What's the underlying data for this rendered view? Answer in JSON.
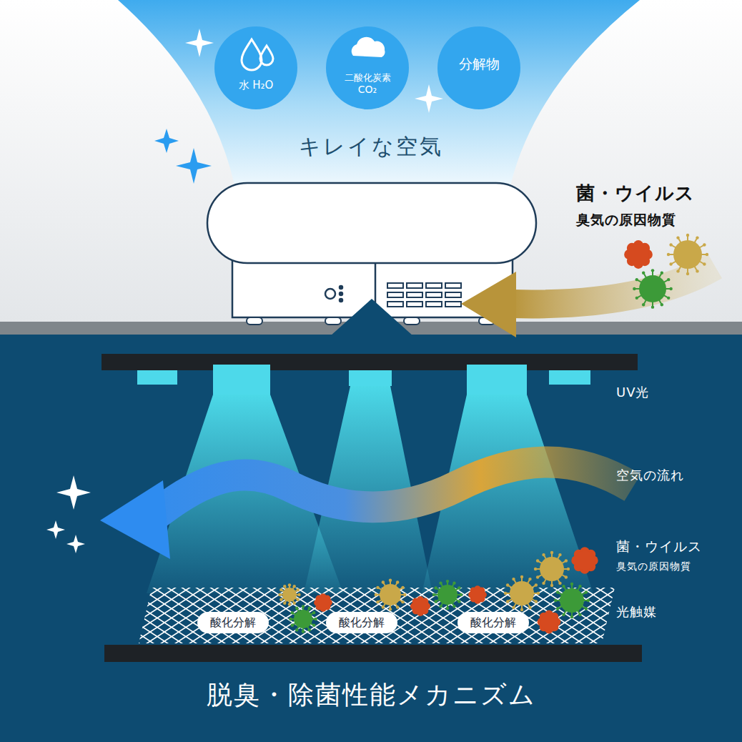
{
  "diagram": {
    "title": "脱臭・除菌性能メカニズム",
    "nodes": [
      {
        "text": [
          "水 H₂O"
        ]
      },
      {
        "text": [
          "二酸化炭素",
          "CO₂"
        ]
      },
      {
        "text": [
          "分解物"
        ]
      },
      {
        "text": [
          "酸化分解"
        ]
      },
      {
        "text": [
          "酸化分解"
        ]
      },
      {
        "text": [
          "酸化分解"
        ]
      }
    ],
    "labels": [
      "キレイな空気",
      "菌・ウイルス",
      "臭気の原因物質",
      "UV光",
      "空気の流れ",
      "菌・ウイルス",
      "臭気の原因物質",
      "光触媒"
    ]
  }
}
